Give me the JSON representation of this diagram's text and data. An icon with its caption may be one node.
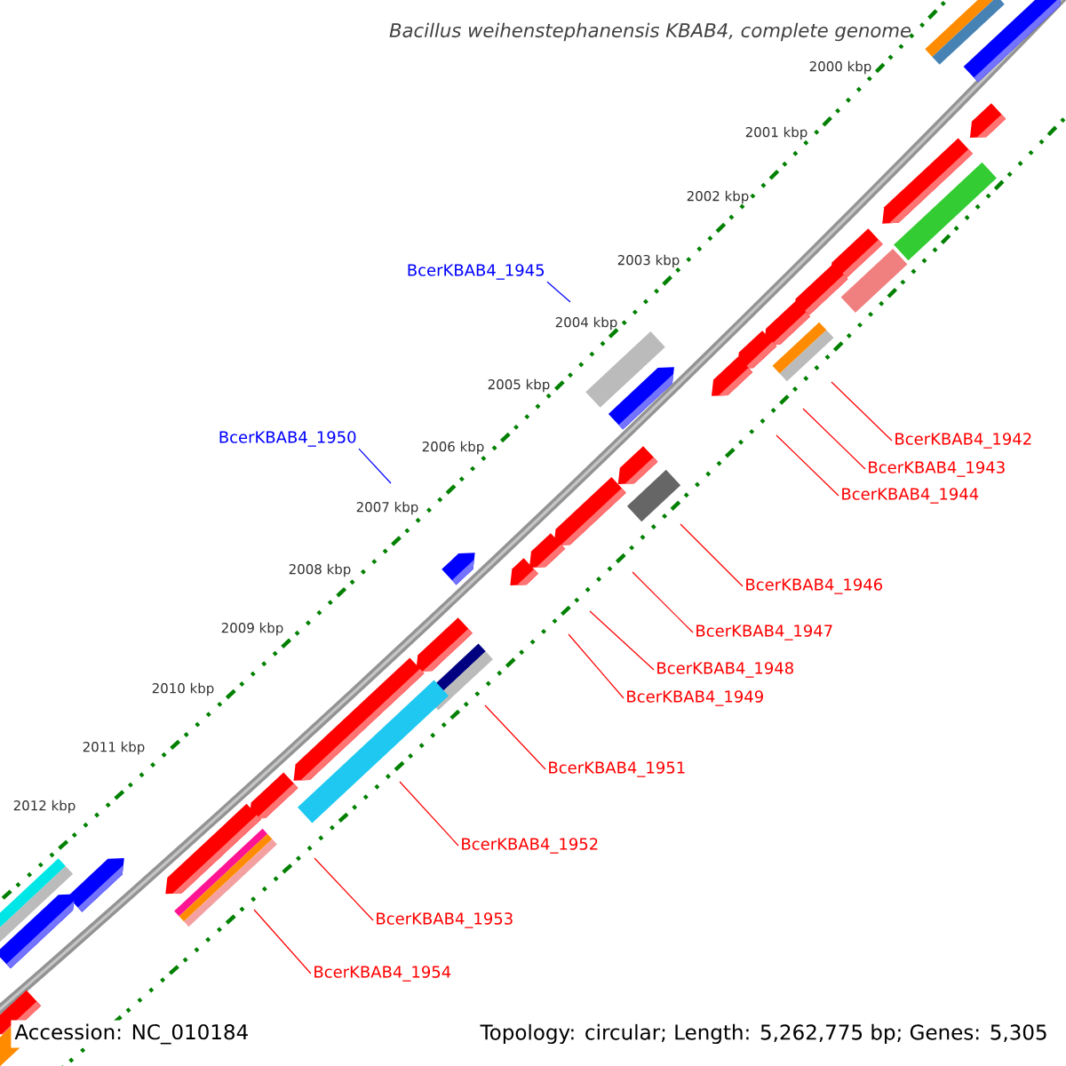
{
  "diagram": {
    "title": "Bacillus weihenstephanensis KBAB4, complete genome",
    "nodes": [
      {
        "text": [
          "BcerKBAB4_1945"
        ]
      },
      {
        "text": [
          "BcerKBAB4_1950"
        ]
      },
      {
        "text": [
          "BcerKBAB4_1942"
        ]
      },
      {
        "text": [
          "BcerKBAB4_1943"
        ]
      },
      {
        "text": [
          "BcerKBAB4_1944"
        ]
      },
      {
        "text": [
          "BcerKBAB4_1946"
        ]
      },
      {
        "text": [
          "BcerKBAB4_1947"
        ]
      },
      {
        "text": [
          "BcerKBAB4_1948"
        ]
      },
      {
        "text": [
          "BcerKBAB4_1949"
        ]
      },
      {
        "text": [
          "BcerKBAB4_1951"
        ]
      },
      {
        "text": [
          "BcerKBAB4_1952"
        ]
      },
      {
        "text": [
          "BcerKBAB4_1953"
        ]
      },
      {
        "text": [
          "BcerKBAB4_1954"
        ]
      }
    ],
    "edges": [
      {
        "from": 0,
        "to": null,
        "arrow": "none",
        "color": "#0000ff"
      },
      {
        "from": 1,
        "to": null,
        "arrow": "none",
        "color": "#0000ff"
      },
      {
        "from": 2,
        "to": null,
        "arrow": "none"
      },
      {
        "from": 3,
        "to": null,
        "arrow": "none"
      },
      {
        "from": 4,
        "to": null,
        "arrow": "none"
      },
      {
        "from": 5,
        "to": null,
        "arrow": "none"
      },
      {
        "from": 6,
        "to": null,
        "arrow": "none"
      },
      {
        "from": 7,
        "to": null,
        "arrow": "none"
      },
      {
        "from": 8,
        "to": null,
        "arrow": "none"
      },
      {
        "from": 9,
        "to": null,
        "arrow": "none"
      },
      {
        "from": 10,
        "to": null,
        "arrow": "none"
      },
      {
        "from": 11,
        "to": null,
        "arrow": "none"
      },
      {
        "from": 12,
        "to": null,
        "arrow": "none"
      }
    ],
    "labels": [
      "2000 kbp",
      "2001 kbp",
      "2002 kbp",
      "2003 kbp",
      "2004 kbp",
      "2005 kbp",
      "2006 kbp",
      "2007 kbp",
      "2008 kbp",
      "2009 kbp",
      "2010 kbp",
      "2011 kbp",
      "2012 kbp",
      "Accession: NC_010184",
      "Topology: circular; Length: 5,262,775 bp; Genes: 5,305"
    ]
  }
}
